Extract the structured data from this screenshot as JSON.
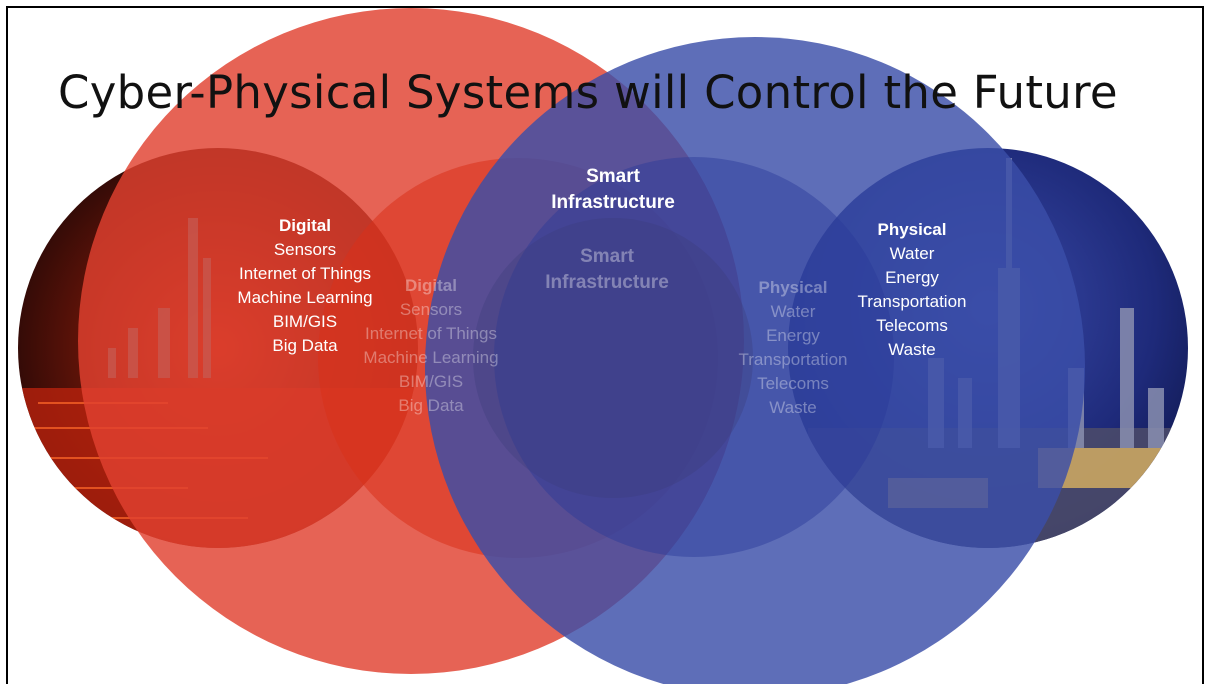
{
  "title": "Cyber-Physical Systems will Control the Future",
  "digital": {
    "heading": "Digital",
    "items": [
      "Sensors",
      "Internet  of Things",
      "Machine Learning",
      "BIM/GIS",
      "Big Data"
    ]
  },
  "physical": {
    "heading": "Physical",
    "items": [
      "Water",
      "Energy",
      "Transportation",
      "Telecoms",
      "Waste"
    ]
  },
  "smart": {
    "line1": "Smart",
    "line2": "Infrastructure"
  },
  "colors": {
    "red_circle": "#e0412f",
    "blue_circle": "#3a4ea8",
    "text": "#ffffff",
    "title": "#111111"
  }
}
